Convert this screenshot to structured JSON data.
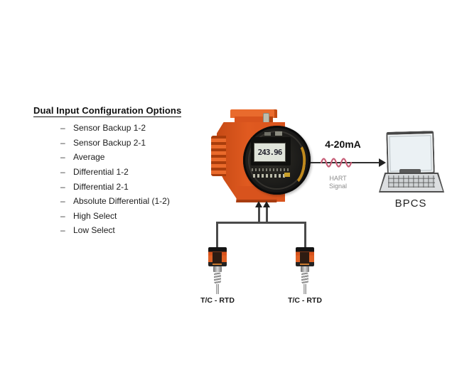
{
  "panel": {
    "title": "Dual Input Configuration Options",
    "bullet": "–",
    "options": [
      "Sensor Backup 1-2",
      "Sensor Backup 2-1",
      "Average",
      "Differential 1-2",
      "Differential 2-1",
      "Absolute Differential (1-2)",
      "High Select",
      "Low Select"
    ]
  },
  "transmitter": {
    "lcd_value": "243.96",
    "housing_color": "#d8531d",
    "housing_color_light": "#e96b2d",
    "housing_color_dark": "#a83c10",
    "face_color": "#181818"
  },
  "signal": {
    "label": "4-20mA",
    "type_line1": "HART",
    "type_line2": "Signal",
    "wave_color": "#c75c76",
    "wire_color": "#2f2f2f"
  },
  "bpcs": {
    "label": "BPCS"
  },
  "sensors": [
    {
      "label": "T/C - RTD"
    },
    {
      "label": "T/C - RTD"
    }
  ],
  "wiring": {
    "color": "#4a4a4a"
  }
}
